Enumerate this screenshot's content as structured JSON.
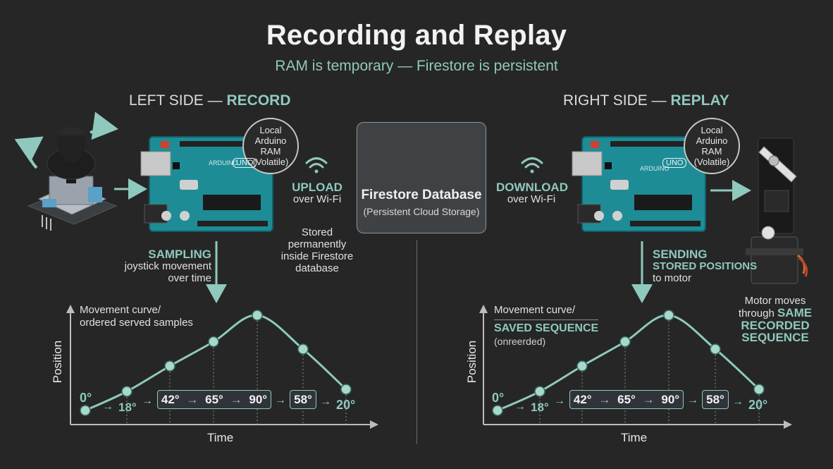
{
  "header": {
    "title": "Recording and Replay",
    "subtitle": "RAM is temporary — Firestore is persistent"
  },
  "left": {
    "heading_prefix": "LEFT SIDE —",
    "heading_strong": "RECORD",
    "ram_line1": "Local",
    "ram_line2": "Arduino",
    "ram_line3": "RAM",
    "ram_line4": "(Volatile)",
    "upload_strong": "UPLOAD",
    "upload_sub": "over Wi-Fi",
    "stored_line1": "Stored",
    "stored_line2": "permanently",
    "stored_line3": "inside Firestore",
    "stored_line4": "database",
    "sampling_strong": "SAMPLING",
    "sampling_line1": "joystick movement",
    "sampling_line2": "over time",
    "board_brand": "ARDUINO",
    "board_model": "UNO"
  },
  "database": {
    "title": "Firestore Database",
    "subtitle": "(Persistent Cloud Storage)"
  },
  "right": {
    "heading_prefix": "RIGHT SIDE —",
    "heading_strong": "REPLAY",
    "ram_line1": "Local",
    "ram_line2": "Arduino",
    "ram_line3": "RAM",
    "ram_line4": "(Volatile)",
    "download_strong": "DOWNLOAD",
    "download_sub": "over Wi-Fi",
    "sending_strong1": "SENDING",
    "sending_strong2": "STORED POSITIONS",
    "sending_line": "to motor",
    "motor_line1": "Motor moves",
    "motor_line2_prefix": "through",
    "motor_line2_strong": "SAME",
    "motor_line3": "RECORDED",
    "motor_line4": "SEQUENCE",
    "board_brand": "ARDUINO",
    "board_model": "UNO"
  },
  "left_chart": {
    "title_line1": "Movement curve/",
    "title_line2": "ordered served samples",
    "ylabel": "Position",
    "xlabel": "Time"
  },
  "right_chart": {
    "title_line1": "Movement curve/",
    "title_line2": "SAVED SEQUENCE",
    "title_line3": "(onreerded)",
    "ylabel": "Position",
    "xlabel": "Time"
  },
  "chart_data": [
    {
      "type": "line",
      "xlabel": "Time",
      "ylabel": "Position",
      "series": [
        {
          "values": [
            0,
            18,
            42,
            65,
            90,
            58,
            20
          ]
        }
      ],
      "labels": [
        "0°",
        "18°",
        "42°",
        "65°",
        "90°",
        "58°",
        "20°"
      ]
    },
    {
      "type": "line",
      "xlabel": "Time",
      "ylabel": "Position",
      "series": [
        {
          "values": [
            0,
            18,
            42,
            65,
            90,
            58,
            20
          ]
        }
      ],
      "labels": [
        "0°",
        "18°",
        "42°",
        "65°",
        "90°",
        "58°",
        "20°"
      ]
    }
  ],
  "colors": {
    "background": "#262626",
    "accent": "#8fc9bd",
    "board": "#1e8c96",
    "firebase_orange": "#f5a623"
  }
}
